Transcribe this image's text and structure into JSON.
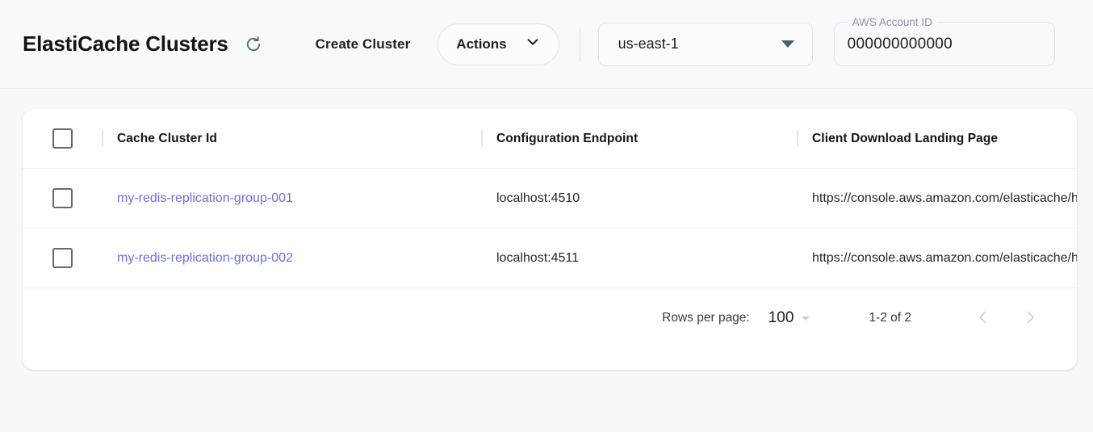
{
  "header": {
    "title": "ElastiCache Clusters",
    "refresh_icon": "refresh-icon",
    "create_cluster_label": "Create Cluster",
    "actions_label": "Actions",
    "actions_chevron_icon": "chevron-down-icon",
    "region": {
      "value": "us-east-1",
      "caret_icon": "caret-down-icon"
    },
    "account": {
      "legend": "AWS Account ID",
      "value": "000000000000"
    }
  },
  "table": {
    "select_all_checkbox": "unchecked",
    "columns": [
      "Cache Cluster Id",
      "Configuration Endpoint",
      "Client Download Landing Page"
    ],
    "rows": [
      {
        "checkbox": "unchecked",
        "cluster_id": "my-redis-replication-group-001",
        "endpoint": "localhost:4510",
        "landing_page": "https://console.aws.amazon.com/elasticache/h"
      },
      {
        "checkbox": "unchecked",
        "cluster_id": "my-redis-replication-group-002",
        "endpoint": "localhost:4511",
        "landing_page": "https://console.aws.amazon.com/elasticache/h"
      }
    ]
  },
  "pagination": {
    "rows_per_page_label": "Rows per page:",
    "rows_per_page_value": "100",
    "range_label": "1-2 of 2",
    "prev_icon": "chevron-left-icon",
    "next_icon": "chevron-right-icon"
  },
  "colors": {
    "page_background": "#f7f8fa",
    "card_background": "#ffffff",
    "link": "#6f6fd6",
    "text_primary": "#121417",
    "icon_slate": "#5f6b7a",
    "border": "#dfe3e8"
  }
}
